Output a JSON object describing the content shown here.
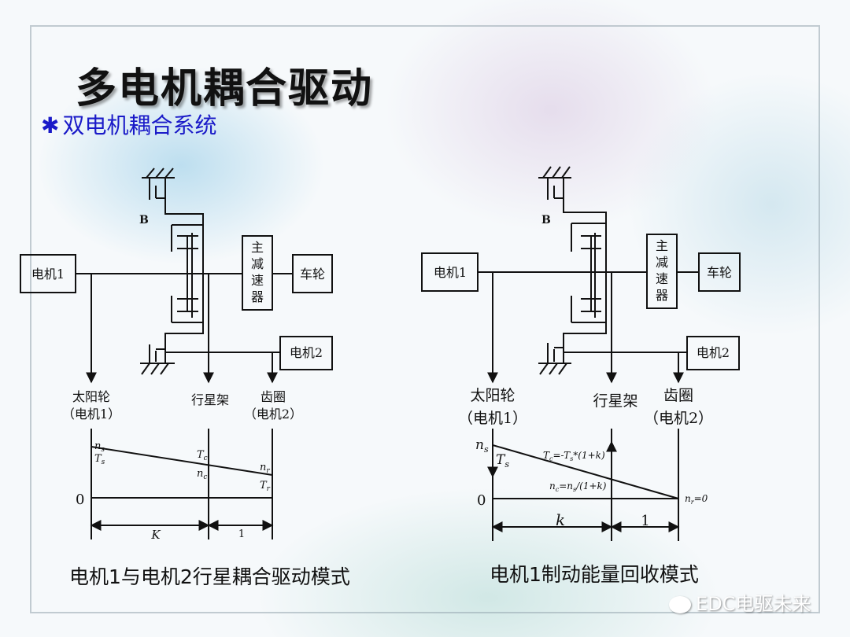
{
  "title": "多电机耦合驱动",
  "subtitle": {
    "bullet_icon": "asterisk-icon",
    "bullet": "✱",
    "text": "双电机耦合系统"
  },
  "left": {
    "brake_label": "B",
    "motor1": "电机1",
    "reducer_chars": [
      "主",
      "减",
      "速",
      "器"
    ],
    "wheel": "车轮",
    "motor2": "电机2",
    "sun_line1": "太阳轮",
    "sun_line2": "（电机1）",
    "carrier": "行星架",
    "ring_line1": "齿圈",
    "ring_line2": "（电机2）",
    "ns": "n",
    "ns_sub": "s",
    "Ts": "T",
    "Ts_sub": "s",
    "Tc": "T",
    "Tc_sub": "c",
    "nc": "n",
    "nc_sub": "c",
    "nr": "n",
    "nr_sub": "r",
    "Tr": "T",
    "Tr_sub": "r",
    "zero": "0",
    "K": "K",
    "one": "1",
    "caption": "电机1与电机2行星耦合驱动模式"
  },
  "right": {
    "brake_label": "B",
    "motor1": "电机1",
    "reducer_chars": [
      "主",
      "减",
      "速",
      "器"
    ],
    "wheel": "车轮",
    "motor2": "电机2",
    "sun_line1": "太阳轮",
    "sun_line2": "（电机1）",
    "carrier": "行星架",
    "ring_line1": "齿圈",
    "ring_line2": "（电机2）",
    "ns": "n",
    "ns_sub": "s",
    "Ts": "T",
    "Ts_sub": "s",
    "Tc_eq": "T",
    "Tc_eq_sub": "c",
    "Tc_eq_rest": "=-T",
    "Tc_eq_sub2": "s",
    "Tc_eq_rest2": "*(1+k)",
    "nc_eq": "n",
    "nc_eq_sub": "c",
    "nc_eq_rest": "=n",
    "nc_eq_sub2": "s",
    "nc_eq_rest2": "/(1+k)",
    "nr_eq": "n",
    "nr_eq_sub": "r",
    "nr_eq_rest": "=0",
    "zero": "0",
    "k": "k",
    "one": "1",
    "caption": "电机1制动能量回收模式"
  },
  "watermark": "EDC电驱未来"
}
